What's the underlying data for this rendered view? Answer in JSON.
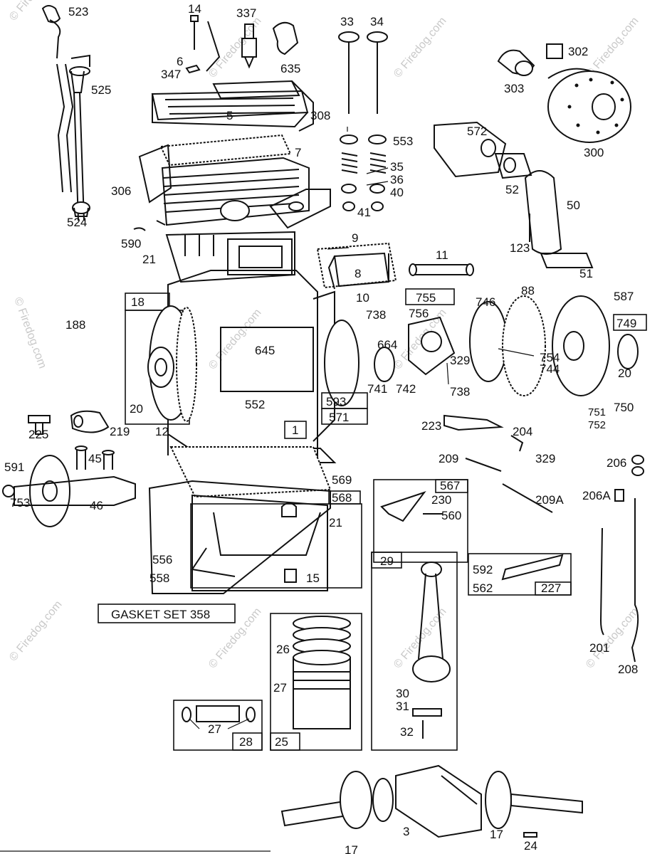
{
  "labels": {
    "p523": "523",
    "p14": "14",
    "p337": "337",
    "p6": "6",
    "p347": "347",
    "p635": "635",
    "p33": "33",
    "p34": "34",
    "p302": "302",
    "p303": "303",
    "p525": "525",
    "p5": "5",
    "p308": "308",
    "p553": "553",
    "p572": "572",
    "p300": "300",
    "p7": "7",
    "p35": "35",
    "p36": "36",
    "p40": "40",
    "p306": "306",
    "p52": "52",
    "p524": "524",
    "p41": "41",
    "p50": "50",
    "p590": "590",
    "p9": "9",
    "p123": "123",
    "p21a": "21",
    "p11": "11",
    "p8": "8",
    "p51": "51",
    "p18": "18",
    "p10": "10",
    "p755": "755",
    "p88": "88",
    "p587": "587",
    "p746": "746",
    "p188": "188",
    "p738a": "738",
    "p756": "756",
    "p749": "749",
    "p645": "645",
    "p664": "664",
    "p754": "754",
    "p744": "744",
    "p329a": "329",
    "p20a": "20",
    "p741": "741",
    "p742": "742",
    "p738b": "738",
    "p20b": "20",
    "p552": "552",
    "p593": "593",
    "p571": "571",
    "p750": "750",
    "p751": "751",
    "p752": "752",
    "p225": "225",
    "p219": "219",
    "p12": "12",
    "p1": "1",
    "p223": "223",
    "p204": "204",
    "p329b": "329",
    "p45": "45",
    "p591": "591",
    "p209": "209",
    "p206": "206",
    "p569": "569",
    "p567": "567",
    "p753": "753",
    "p46": "46",
    "p568": "568",
    "p230": "230",
    "p560": "560",
    "p209A": "209A",
    "p206A": "206A",
    "p21b": "21",
    "p29": "29",
    "p556": "556",
    "p592": "592",
    "p558": "558",
    "p15": "15",
    "p562": "562",
    "p227": "227",
    "p26": "26",
    "p201": "201",
    "p208": "208",
    "p27a": "27",
    "p30": "30",
    "p31": "31",
    "p27b": "27",
    "p32": "32",
    "p28": "28",
    "p25": "25",
    "p24": "24",
    "p17a": "17",
    "p3": "3",
    "p17b": "17"
  },
  "gasket_set_label": "GASKET SET 358",
  "watermark": "© Firedog.com",
  "colors": {
    "ink": "#111111",
    "paper": "#ffffff",
    "watermark": "#c9c9c9"
  }
}
